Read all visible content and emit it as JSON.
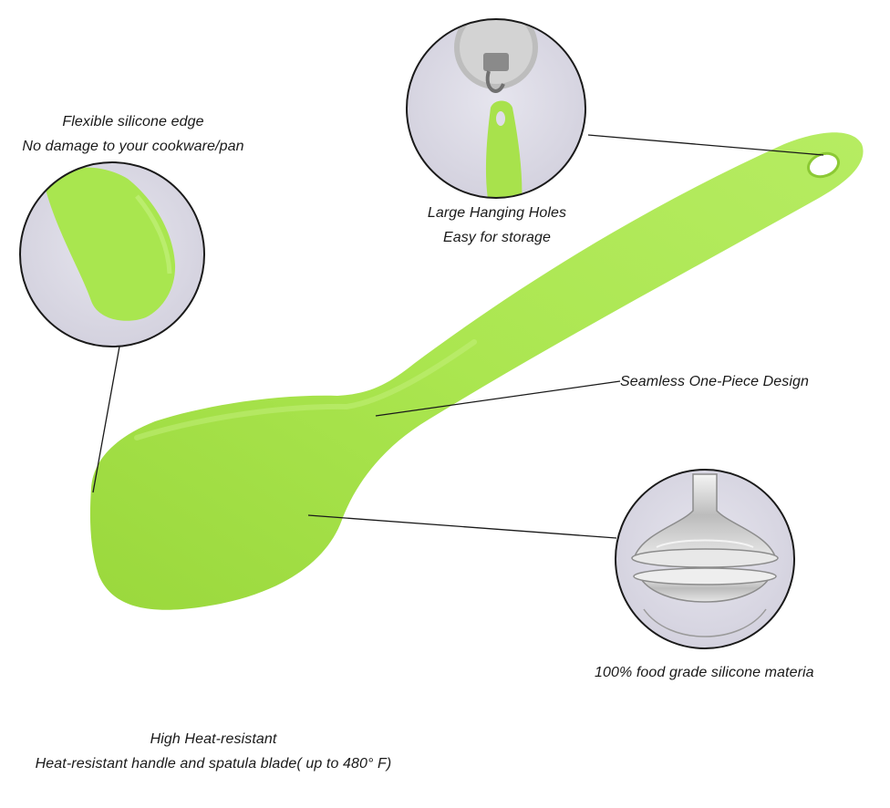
{
  "annotations": {
    "flexible_edge": {
      "line1": "Flexible silicone edge",
      "line2": "No damage to your cookware/pan"
    },
    "hanging_holes": {
      "line1": "Large Hanging Holes",
      "line2": "Easy for storage"
    },
    "seamless": {
      "line1": "Seamless One-Piece Design"
    },
    "food_grade": {
      "line1": "100% food grade silicone materia"
    },
    "heat_resistant": {
      "line1": "High Heat-resistant",
      "line2": "Heat-resistant handle and spatula blade( up to 480° F)"
    }
  },
  "colors": {
    "spatula_green": "#a6e34a",
    "callout_line": "#1a1a1a",
    "circle_bg": "#dcdbe6"
  },
  "icons": [
    "spatula-product",
    "hanging-hook-detail",
    "silicone-edge-detail",
    "silicone-nipple-detail"
  ]
}
